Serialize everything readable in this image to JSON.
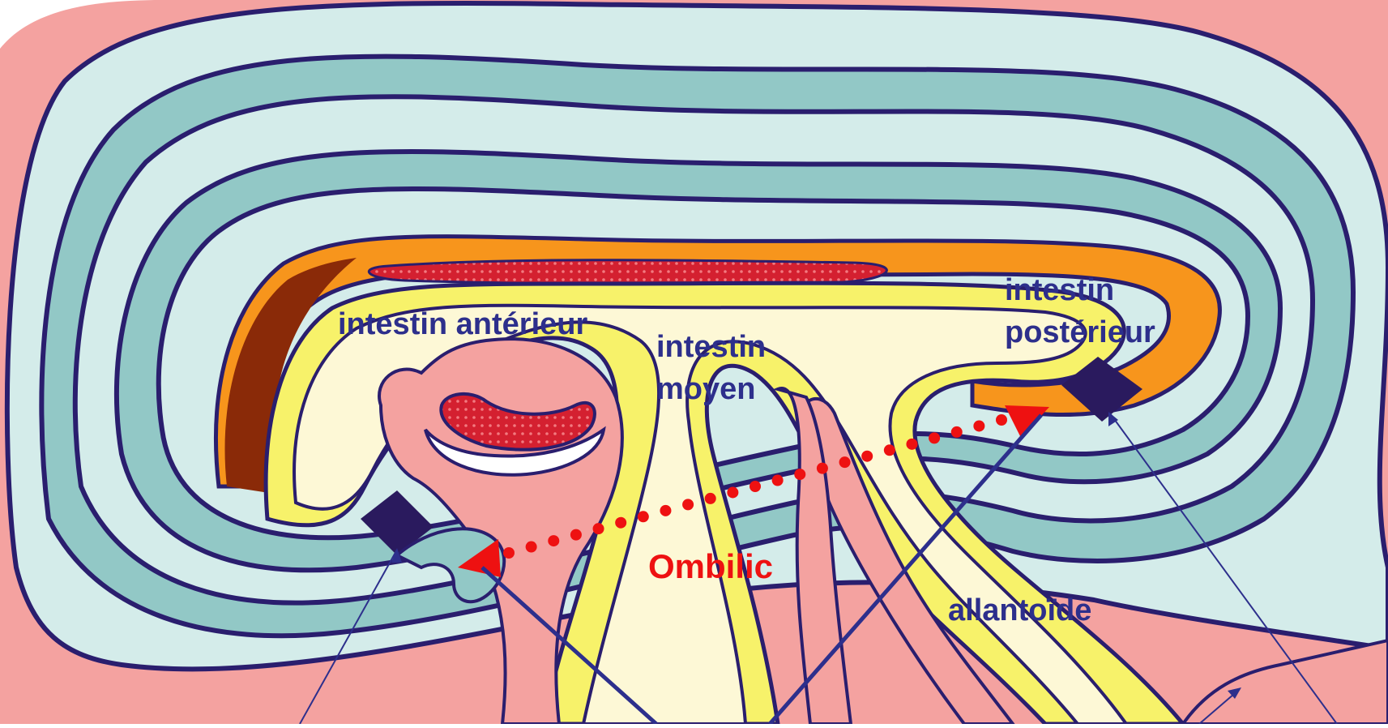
{
  "labels": {
    "foregut": "intestin antérieur",
    "midgut_line1": "intestin",
    "midgut_line2": "moyen",
    "hindgut_line1": "intestin",
    "hindgut_line2": "postérieur",
    "umbilicus": "Ombilic",
    "allantois": "allantoïde"
  },
  "colors": {
    "ectoderm_light": "#d4ecea",
    "ectoderm_teal": "#92c8c6",
    "outline": "#2a1e6e",
    "mesoderm_pink": "#f4a2a0",
    "endoderm_yellow": "#f7f26a",
    "yolk_cream": "#fdf8d6",
    "neural_orange": "#f7951c",
    "notochord_red": "#dd1d2c",
    "label_blue": "#2d2f8c",
    "umbilicus_red": "#ee1111"
  }
}
